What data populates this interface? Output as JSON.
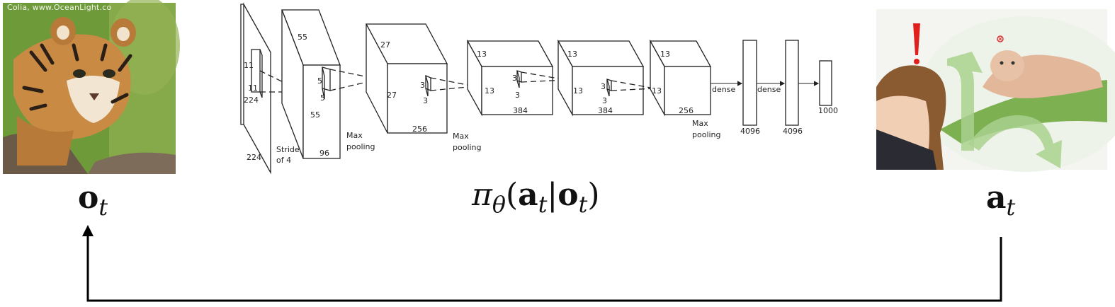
{
  "observation": {
    "image_watermark": "Colia, www.OceanLight.co",
    "label_bold": "o",
    "label_sub": "t"
  },
  "action": {
    "label_bold": "a",
    "label_sub": "t"
  },
  "policy": {
    "pi": "π",
    "theta": "θ",
    "open": "(",
    "a_bold": "a",
    "a_sub": "t",
    "bar": "|",
    "o_bold": "o",
    "o_sub": "t",
    "close": ")"
  },
  "cnn": {
    "input_size_bottom": "224",
    "input_size_side": "224",
    "kernel_1": "11",
    "kernel_1b": "11",
    "stride_line1": "Stride",
    "stride_line2": "of 4",
    "conv1_top": "55",
    "conv1_side": "55",
    "conv1_depth": "96",
    "kernel_2": "5",
    "kernel_2b": "5",
    "pool1_line1": "Max",
    "pool1_line2": "pooling",
    "conv2_top": "27",
    "conv2_side": "27",
    "conv2_depth": "256",
    "kernel_3": "3",
    "kernel_3b": "3",
    "pool2_line1": "Max",
    "pool2_line2": "pooling",
    "conv3_top": "13",
    "conv3_side": "13",
    "conv3_depth": "384",
    "kernel_4": "3",
    "kernel_4b": "3",
    "conv4_top": "13",
    "conv4_side": "13",
    "conv4_depth": "384",
    "kernel_5": "3",
    "kernel_5b": "3",
    "conv5_top": "13",
    "conv5_side": "13",
    "conv5_depth": "256",
    "pool3_line1": "Max",
    "pool3_line2": "pooling",
    "dense1": "dense",
    "dense2": "dense",
    "fc1": "4096",
    "fc2": "4096",
    "fc3": "1000"
  },
  "colors": {
    "tiger_fur": "#c98a44",
    "grass": "#6f9a3a",
    "arrow_green": "#a9d18e",
    "exclaim_red": "#e0201d"
  }
}
